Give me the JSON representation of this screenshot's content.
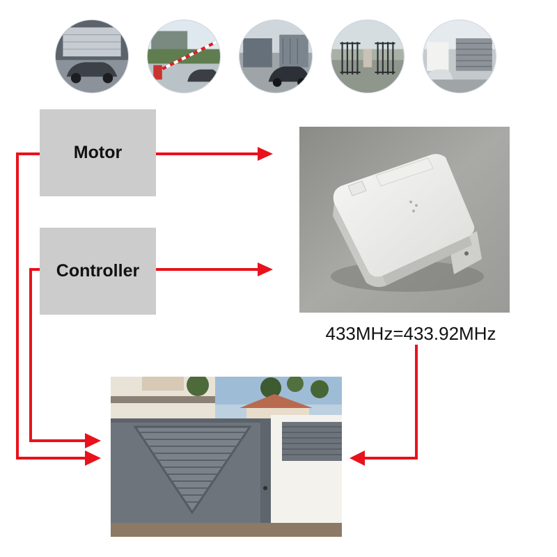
{
  "thumbnails": [
    {
      "name": "garage-door-scene"
    },
    {
      "name": "barrier-gate-scene"
    },
    {
      "name": "swing-gate-scene"
    },
    {
      "name": "black-swing-gate-scene"
    },
    {
      "name": "sliding-gate-scene"
    }
  ],
  "boxes": {
    "motor": "Motor",
    "controller": "Controller"
  },
  "receiver": {
    "frequency_label": "433MHz=433.92MHz"
  },
  "colors": {
    "arrow": "#e8121c",
    "box": "#cccccc",
    "gate": "#6e747c"
  }
}
